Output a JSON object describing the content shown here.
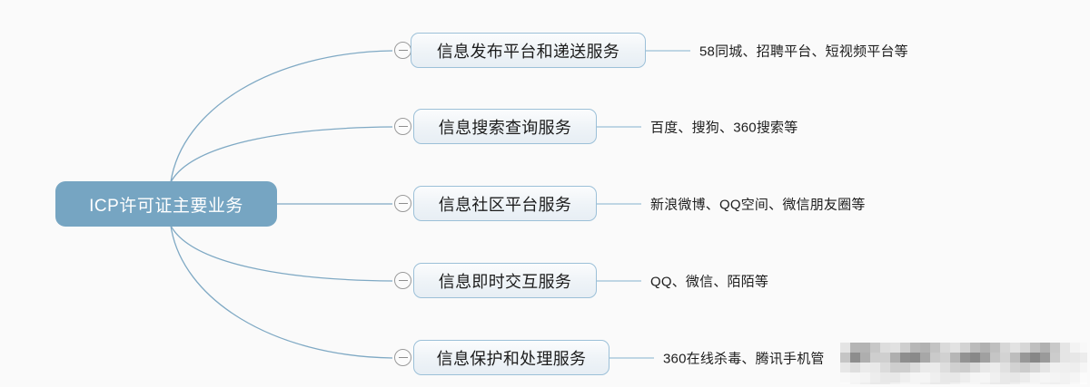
{
  "diagram": {
    "type": "mindmap",
    "background_color": "#fafafa",
    "root": {
      "label": "ICP许可证主要业务",
      "fill_color": "#76a5c2",
      "text_color": "#ffffff"
    },
    "branch_style": {
      "border_color": "#9cc0d8",
      "fill_color": "#eef3f7",
      "text_color": "#1c1c1c"
    },
    "connector_color": "#7fa9c4",
    "collapse_icon_name": "circle-minus-icon",
    "branches": [
      {
        "label": "信息发布平台和递送服务",
        "detail": "58同城、招聘平台、短视频平台等",
        "collapse_state": "expanded"
      },
      {
        "label": "信息搜索查询服务",
        "detail": "百度、搜狗、360搜索等",
        "collapse_state": "expanded"
      },
      {
        "label": "信息社区平台服务",
        "detail": "新浪微博、QQ空间、微信朋友圈等",
        "collapse_state": "expanded"
      },
      {
        "label": "信息即时交互服务",
        "detail": "QQ、微信、陌陌等",
        "collapse_state": "expanded"
      },
      {
        "label": "信息保护和处理服务",
        "detail": "360在线杀毒、腾讯手机管",
        "collapse_state": "expanded"
      }
    ]
  }
}
